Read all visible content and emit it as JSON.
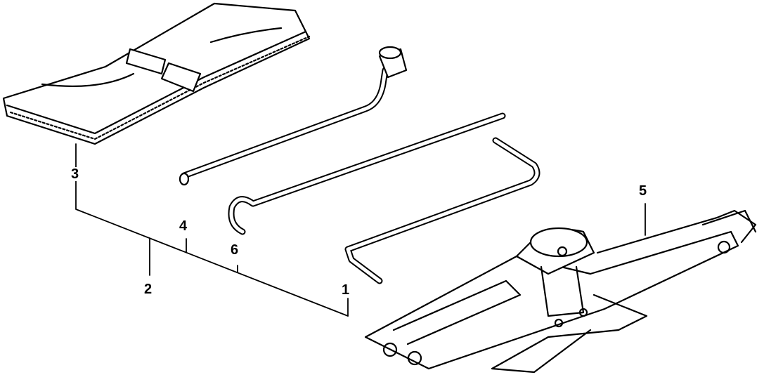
{
  "callouts": {
    "jack_handle": "1",
    "tool_set": "2",
    "tool_bag": "3",
    "wheel_wrench": "4",
    "jack": "5",
    "hook_bar": "6"
  }
}
